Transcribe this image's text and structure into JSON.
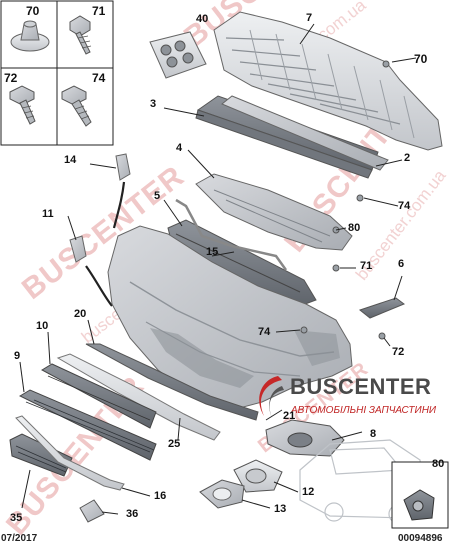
{
  "watermark": {
    "brand": "BUSCENTER",
    "site": "buscenter.com.ua"
  },
  "logo": {
    "name": "BUSCENTER",
    "tagline": "АВТОМОБІЛЬНІ ЗАПЧАСТИНИ"
  },
  "fastener_boxes": [
    "70",
    "71",
    "72",
    "74"
  ],
  "part_numbers": [
    "2",
    "3",
    "4",
    "5",
    "6",
    "7",
    "8",
    "9",
    "10",
    "11",
    "12",
    "13",
    "14",
    "15",
    "16",
    "20",
    "21",
    "25",
    "35",
    "36",
    "40",
    "70",
    "71",
    "72",
    "74",
    "80"
  ],
  "inset_label": "80",
  "footer": {
    "date": "07/2017",
    "reference": "00094896"
  }
}
